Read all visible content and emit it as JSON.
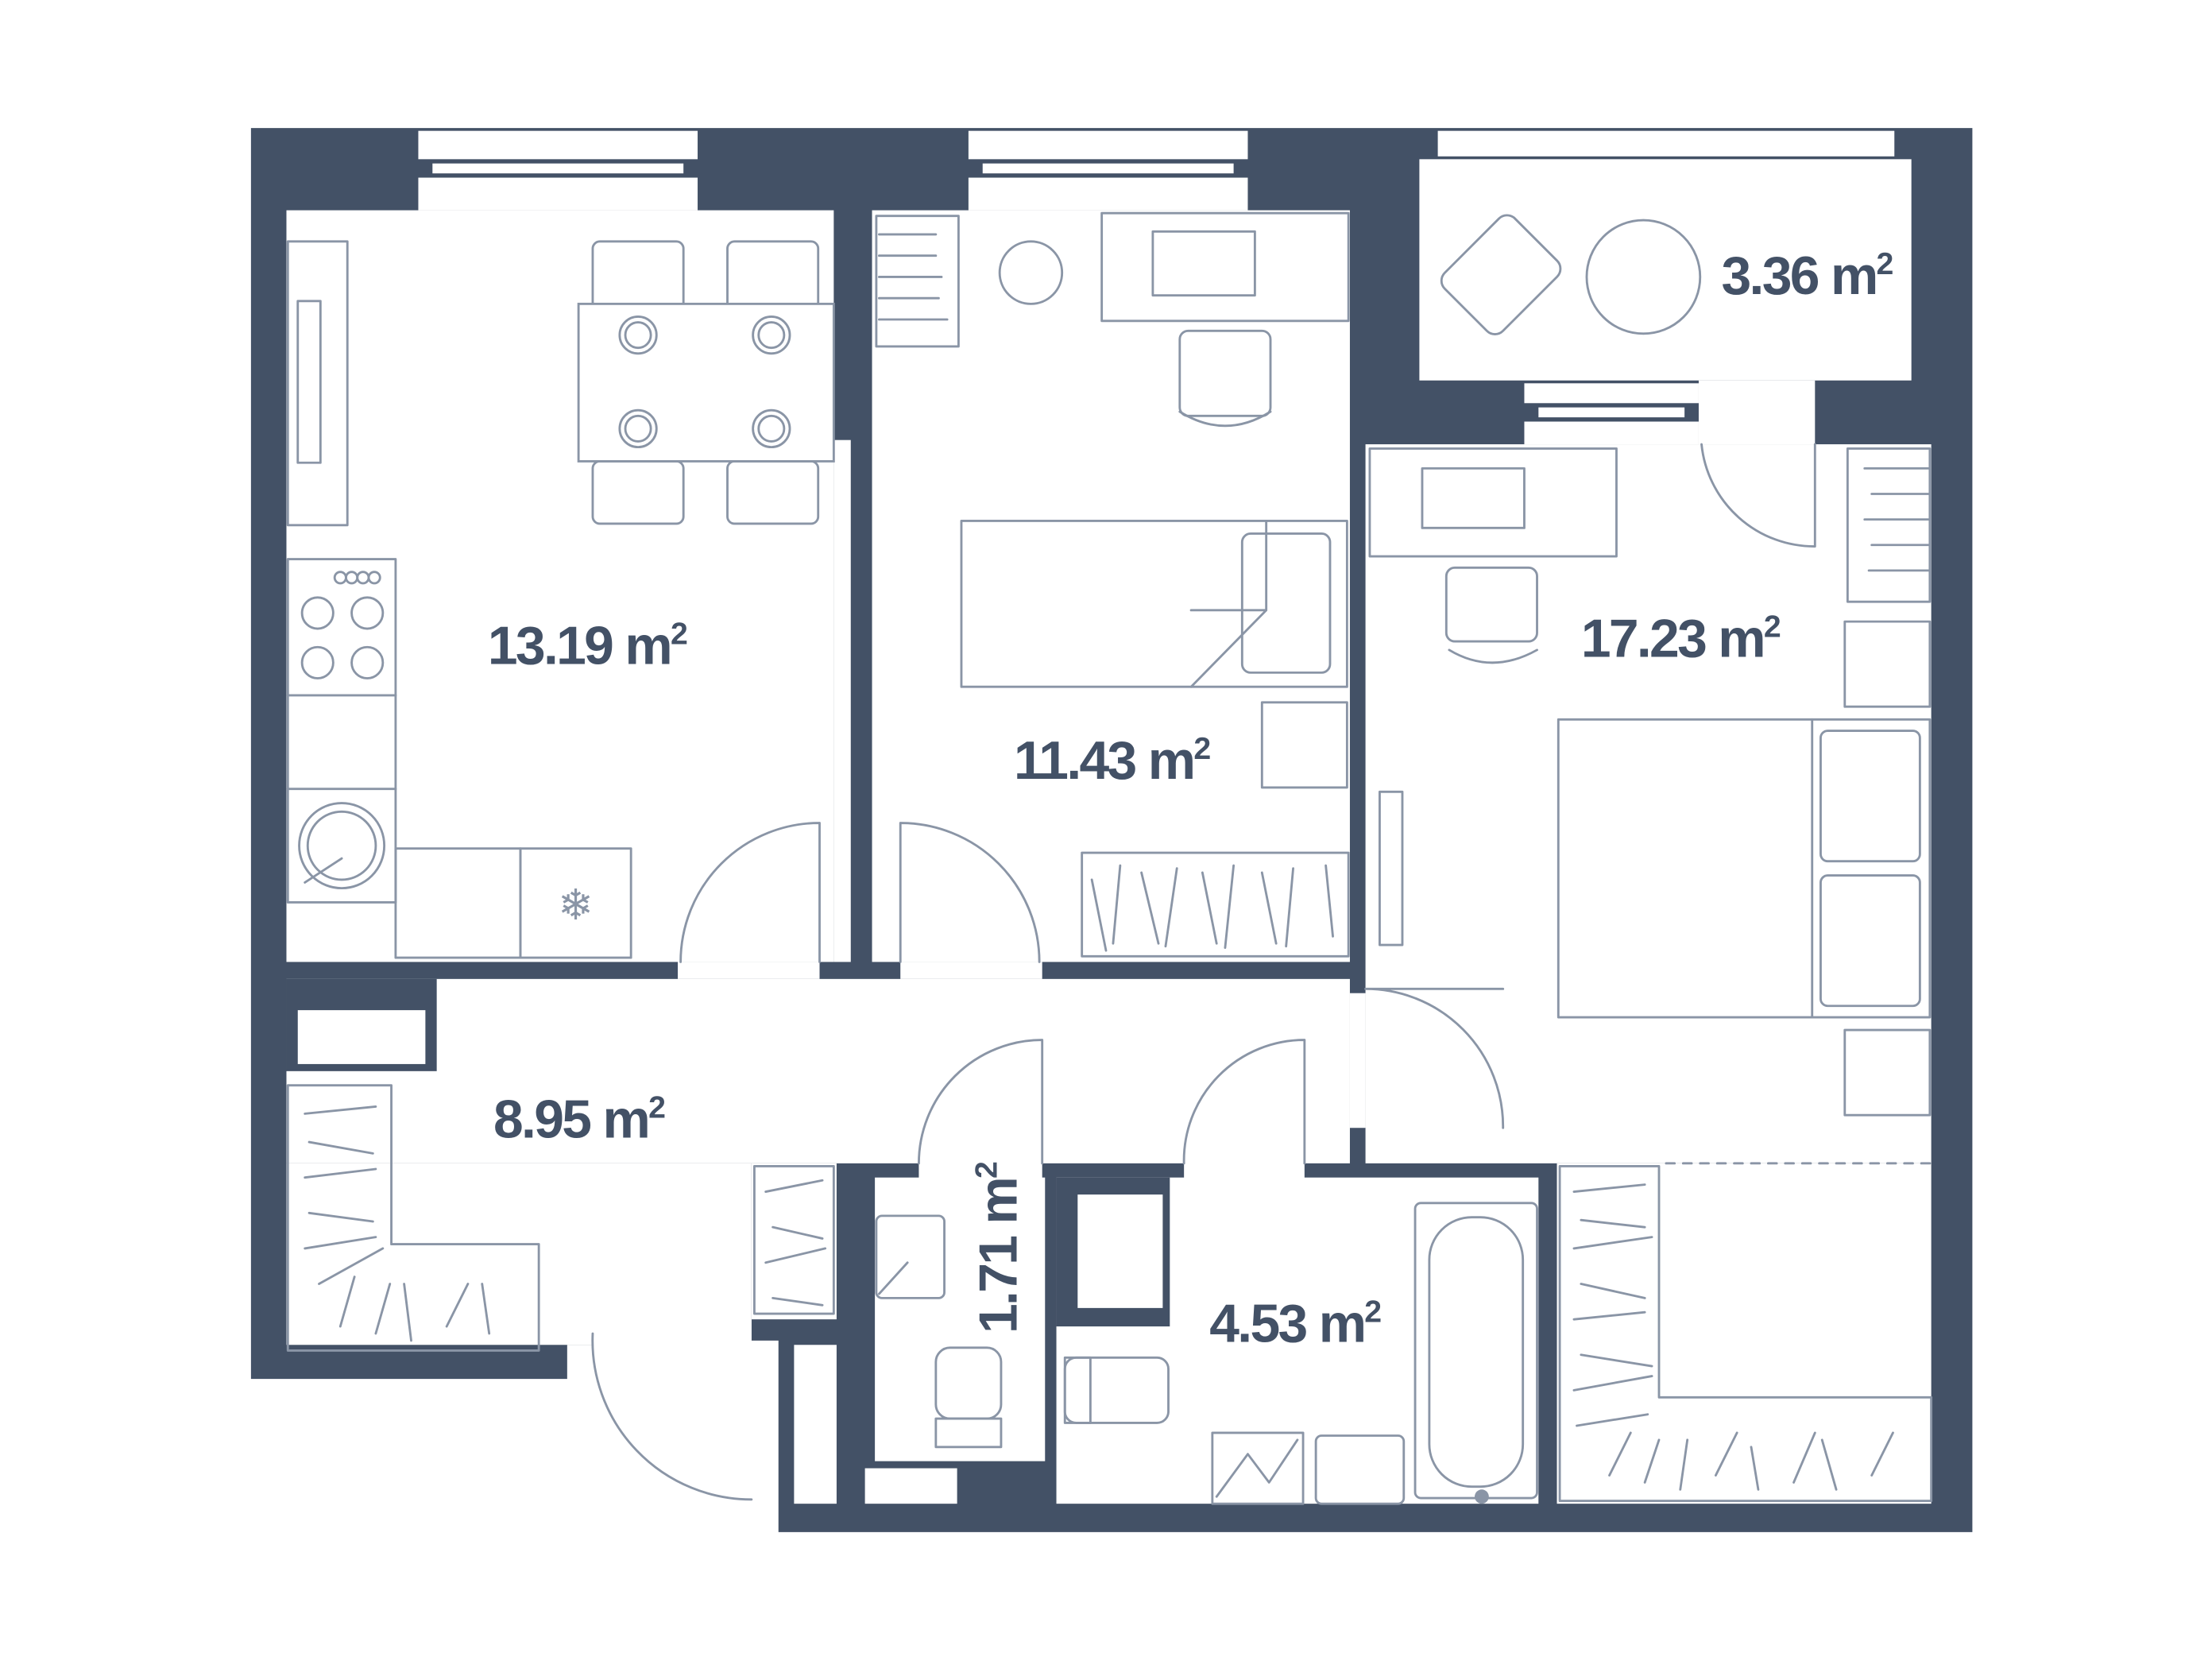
{
  "plan": {
    "colors": {
      "wall": "#435166",
      "furniture": "#8a95a6",
      "background": "#ffffff"
    },
    "rooms": [
      {
        "id": "kitchen",
        "area": "13.19",
        "unit": "m",
        "exp": "2"
      },
      {
        "id": "bedroom-small",
        "area": "11.43",
        "unit": "m",
        "exp": "2"
      },
      {
        "id": "balcony",
        "area": "3.36",
        "unit": "m",
        "exp": "2"
      },
      {
        "id": "bedroom-master",
        "area": "17.23",
        "unit": "m",
        "exp": "2"
      },
      {
        "id": "hallway",
        "area": "8.95",
        "unit": "m",
        "exp": "2"
      },
      {
        "id": "wc",
        "area": "1.71",
        "unit": "m",
        "exp": "2"
      },
      {
        "id": "bathroom",
        "area": "4.53",
        "unit": "m",
        "exp": "2"
      }
    ]
  }
}
